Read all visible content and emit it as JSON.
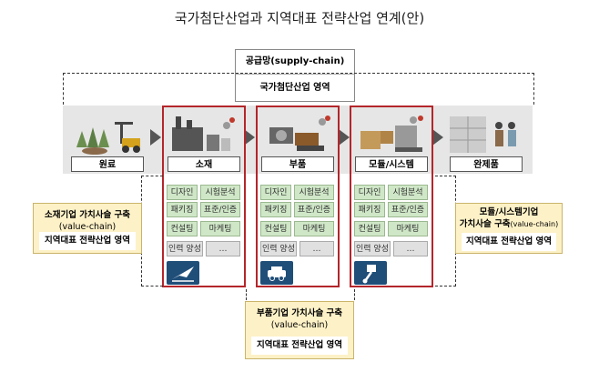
{
  "title": "국가첨단산업과 지역대표 전략산업 연계(안)",
  "supply": {
    "label": "공급망(supply-chain)",
    "area": "국가첨단산업 영역"
  },
  "stages": [
    "원료",
    "소재",
    "부품",
    "모듈/시스템",
    "완제품"
  ],
  "activities": {
    "row1": [
      "디자인",
      "시험분석"
    ],
    "row2": [
      "패키징",
      "표준/인증"
    ],
    "row3": [
      "컨설팅",
      "마케팅"
    ],
    "row4": [
      "인력 양성",
      "…"
    ]
  },
  "value_chain_boxes": {
    "material": {
      "line1": "소재기업 가치사슬 구축",
      "line2": "(value-chain)",
      "area": "지역대표 전략산업 영역"
    },
    "component": {
      "line1": "부품기업 가치사슬 구축",
      "line2": "(value-chain)",
      "area": "지역대표 전략산업 영역"
    },
    "module": {
      "line1": "모듈/시스템기업",
      "line2a": "가치사슬 구축",
      "line2b": "(value-chain)",
      "area": "지역대표 전략산업 영역"
    }
  },
  "icons": [
    "materials-plane-icon",
    "car-icon",
    "engine-piston-icon"
  ],
  "colors": {
    "red_frame": "#b3262b",
    "activity_green": "#cfe7c7",
    "tile_blue": "#1f4e79",
    "note_yellow": "#fdf1c7"
  }
}
